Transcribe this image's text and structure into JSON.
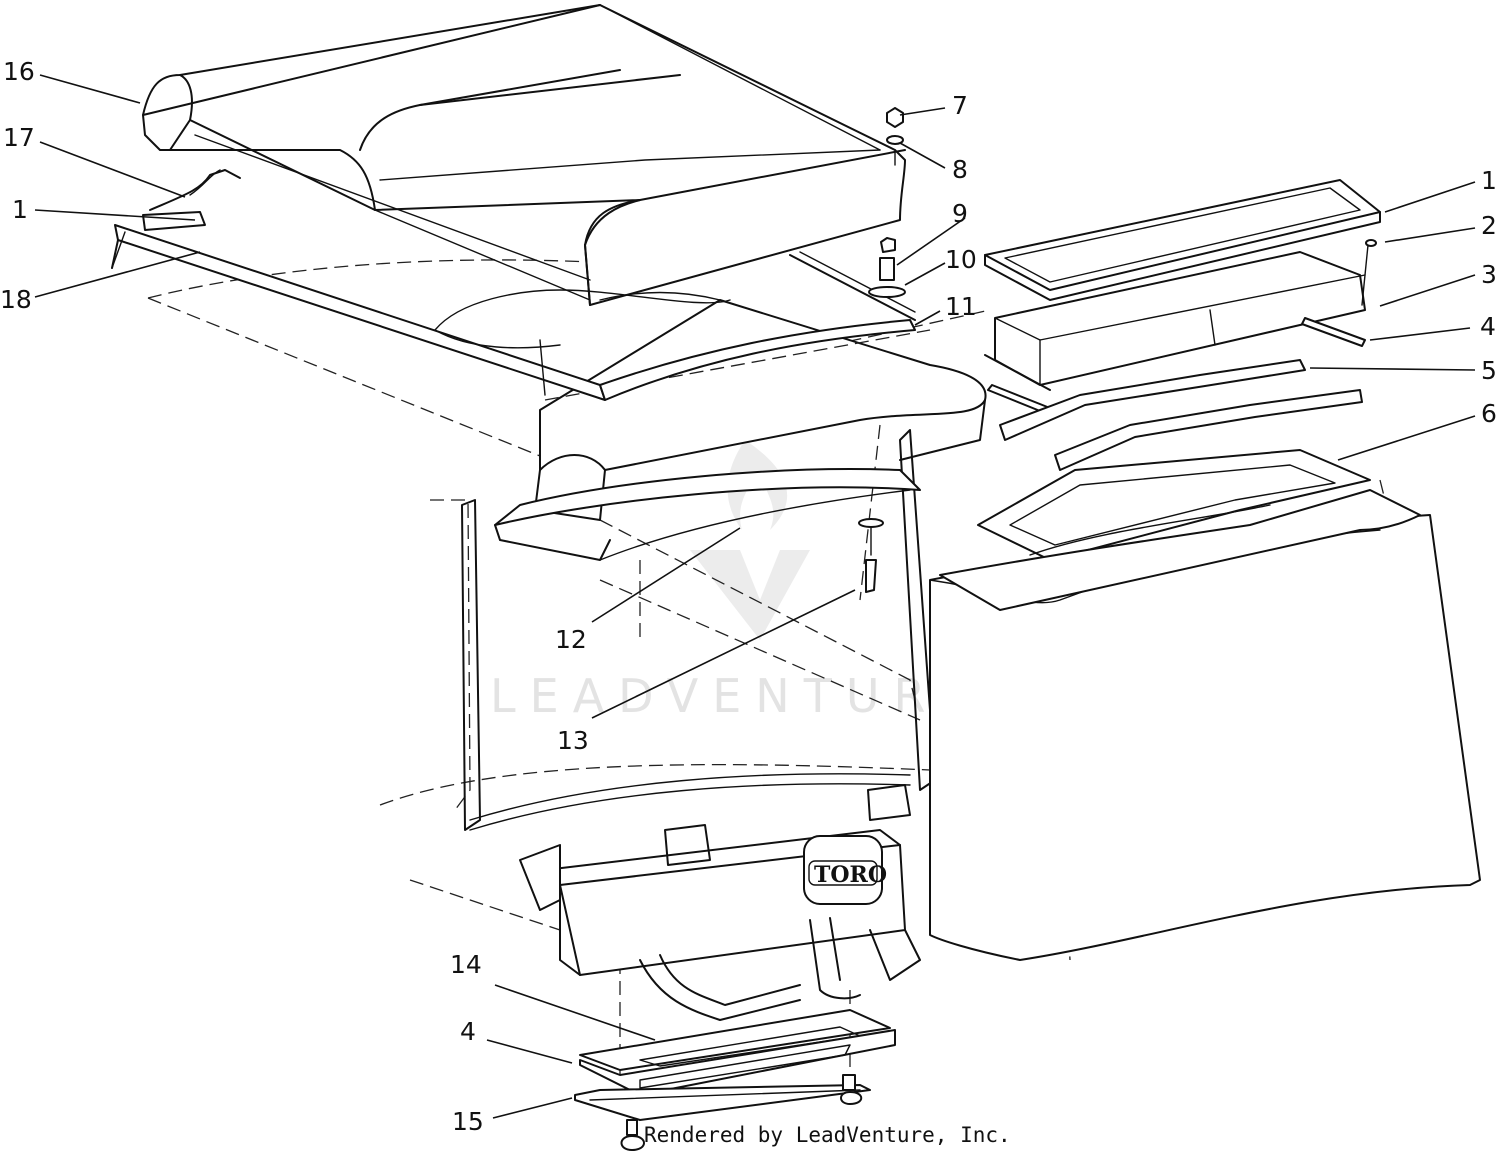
{
  "watermark": "LEADVENTURE",
  "credit": "Rendered by LeadVenture, Inc.",
  "brand_logo": "TORO",
  "callouts": [
    {
      "id": "16",
      "label": "16"
    },
    {
      "id": "17",
      "label": "17"
    },
    {
      "id": "1a",
      "label": "1"
    },
    {
      "id": "18",
      "label": "18"
    },
    {
      "id": "7",
      "label": "7"
    },
    {
      "id": "8",
      "label": "8"
    },
    {
      "id": "9",
      "label": "9"
    },
    {
      "id": "10",
      "label": "10"
    },
    {
      "id": "11",
      "label": "11"
    },
    {
      "id": "1b",
      "label": "1"
    },
    {
      "id": "2",
      "label": "2"
    },
    {
      "id": "3",
      "label": "3"
    },
    {
      "id": "4a",
      "label": "4"
    },
    {
      "id": "5",
      "label": "5"
    },
    {
      "id": "6",
      "label": "6"
    },
    {
      "id": "12",
      "label": "12"
    },
    {
      "id": "13",
      "label": "13"
    },
    {
      "id": "14",
      "label": "14"
    },
    {
      "id": "4b",
      "label": "4"
    },
    {
      "id": "15",
      "label": "15"
    }
  ]
}
